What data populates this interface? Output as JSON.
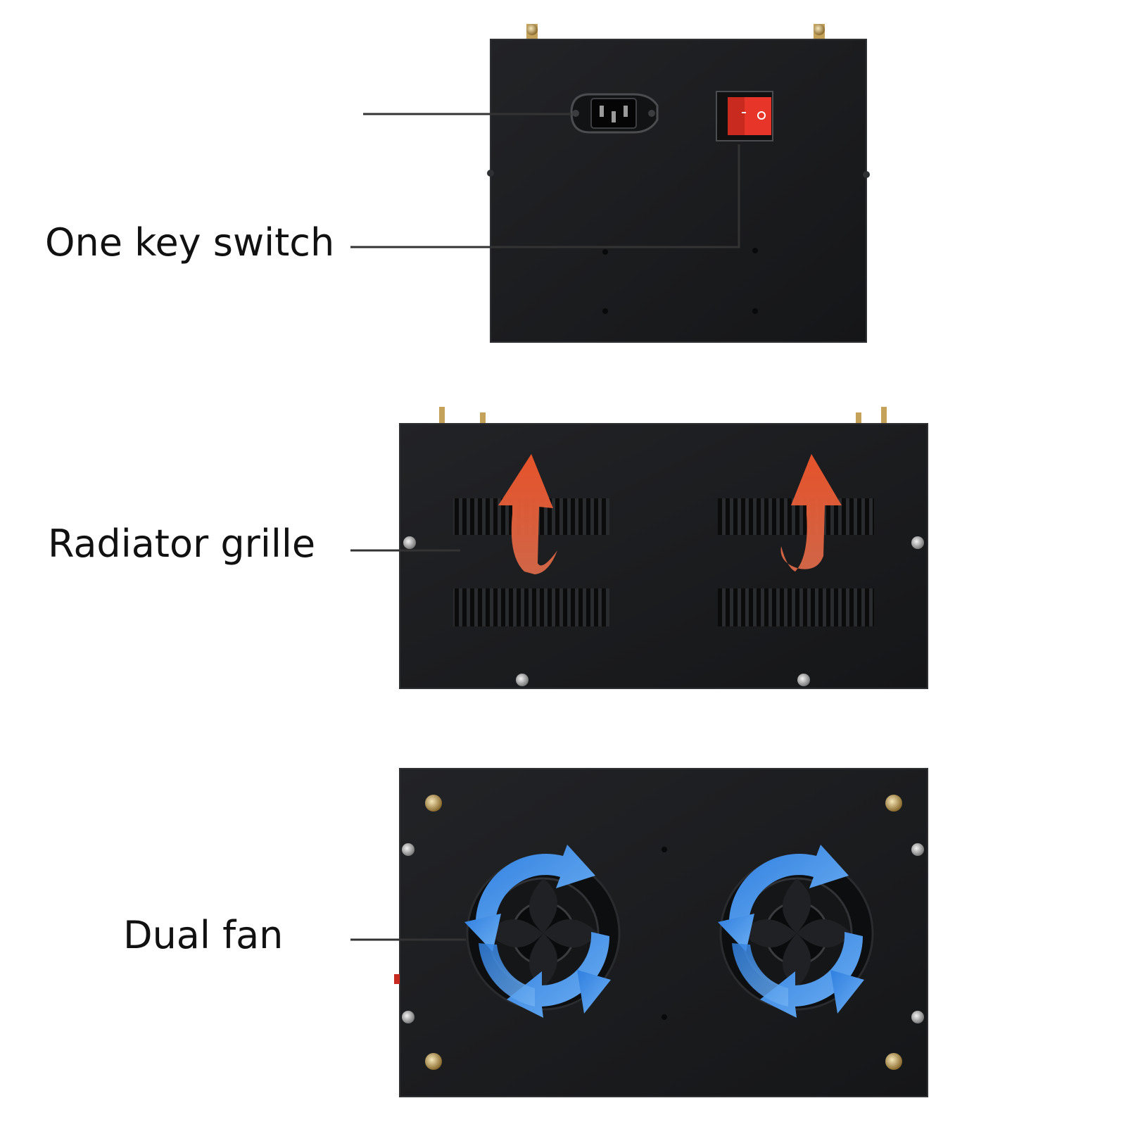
{
  "labels": {
    "switch": "One key switch",
    "grille": "Radiator grille",
    "fan": "Dual fan"
  },
  "colors": {
    "panel": "#1b1c1e",
    "panel_edge": "#2e3033",
    "switch_red": "#e8352a",
    "airflow_arrow": "#e8502a",
    "fan_arrow": "#3f8fe6",
    "screw": "#c9a86a",
    "leader_line": "#333333"
  },
  "icons": [
    "power-socket-icon",
    "rocker-switch-icon",
    "airflow-arrow-icon",
    "fan-icon",
    "rotation-arrow-icon",
    "screw-icon"
  ]
}
